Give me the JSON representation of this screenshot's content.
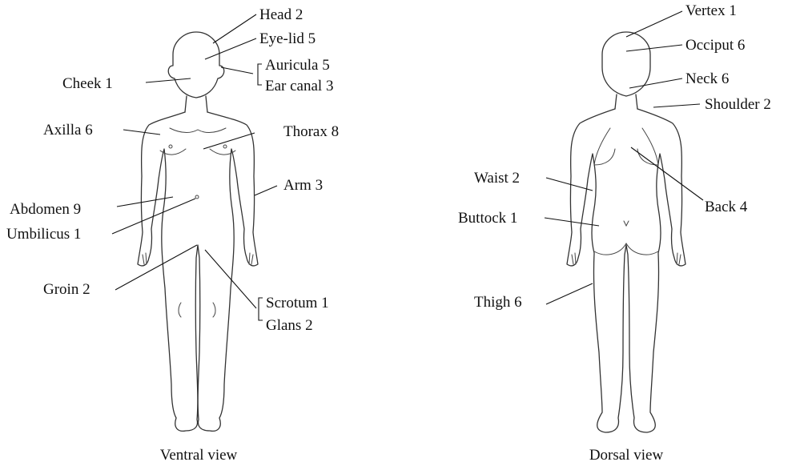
{
  "ventral": {
    "caption": "Ventral view",
    "labels": {
      "head": "Head 2",
      "eyelid": "Eye-lid 5",
      "auricula": "Auricula 5",
      "ear_canal": "Ear canal 3",
      "cheek": "Cheek 1",
      "axilla": "Axilla 6",
      "thorax": "Thorax 8",
      "arm": "Arm 3",
      "abdomen": "Abdomen 9",
      "umbilicus": "Umbilicus 1",
      "groin": "Groin 2",
      "scrotum": "Scrotum 1",
      "glans": "Glans 2"
    }
  },
  "dorsal": {
    "caption": "Dorsal view",
    "labels": {
      "vertex": "Vertex 1",
      "occiput": "Occiput 6",
      "neck": "Neck 6",
      "shoulder": "Shoulder 2",
      "waist": "Waist 2",
      "back": "Back 4",
      "buttock": "Buttock 1",
      "thigh": "Thigh 6"
    }
  },
  "colors": {
    "ink": "#111111",
    "outline": "#333333",
    "background": "#ffffff"
  }
}
